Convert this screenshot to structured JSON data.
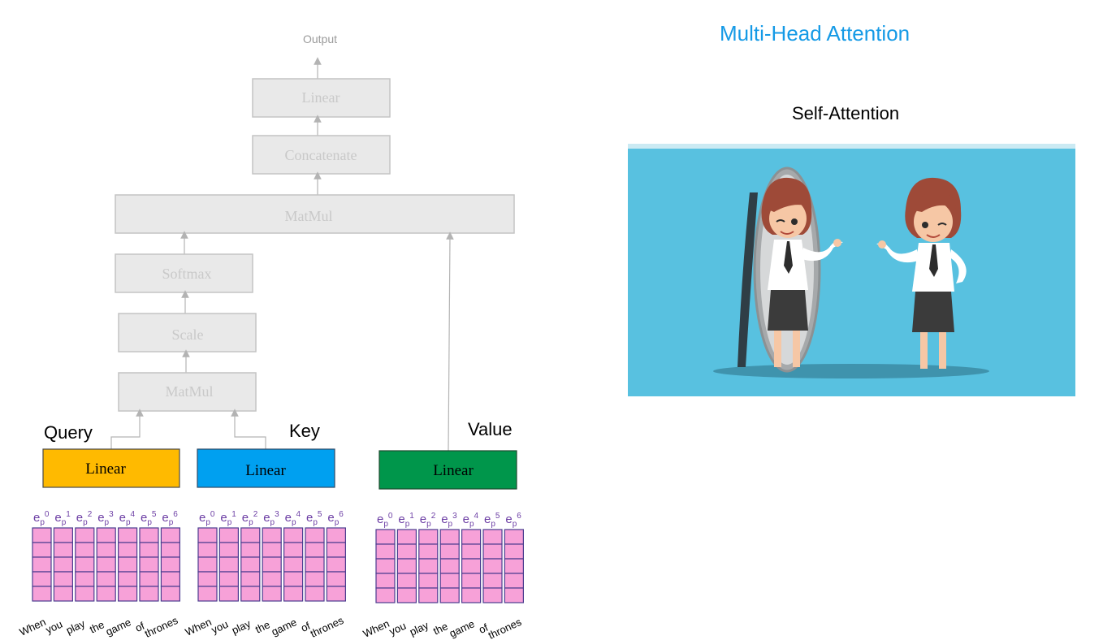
{
  "header": {
    "title": "Multi-Head Attention",
    "subtitle": "Self-Attention"
  },
  "stack": {
    "output": "Output",
    "linear_top": "Linear",
    "concatenate": "Concatenate",
    "matmul_top": "MatMul",
    "softmax": "Softmax",
    "scale": "Scale",
    "matmul_bottom": "MatMul"
  },
  "inputs": [
    {
      "label": "Query",
      "linear": "Linear",
      "color": "#ffba00"
    },
    {
      "label": "Key",
      "linear": "Linear",
      "color": "#00a0f0"
    },
    {
      "label": "Value",
      "linear": "Linear",
      "color": "#00964b"
    }
  ],
  "embeddings": {
    "base": "e",
    "sub": "p",
    "indices": [
      "0",
      "1",
      "2",
      "3",
      "4",
      "5",
      "6"
    ],
    "words": [
      "When",
      "you",
      "play",
      "the",
      "game",
      "of",
      "thrones"
    ]
  },
  "colors": {
    "embedding_fill": "#f7a1d8",
    "embedding_border": "#4b3c8f",
    "scene_background": "#58c1e0",
    "title_color": "#159ae6"
  }
}
